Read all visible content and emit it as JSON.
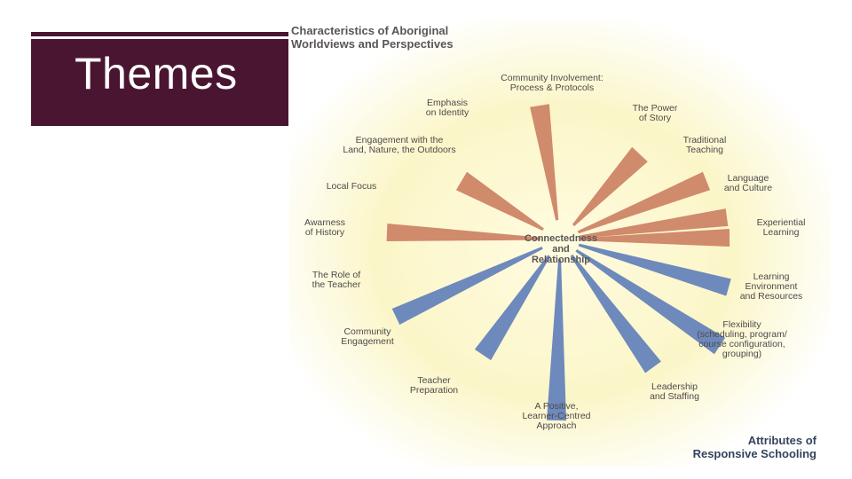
{
  "slide": {
    "title": "Themes"
  },
  "figure": {
    "heading_line1": "Characteristics of Aboriginal",
    "heading_line2": "Worldviews and Perspectives",
    "center_line1": "Connectedness",
    "center_line2": "and",
    "center_line3": "Relationship",
    "footer_line1": "Attributes of",
    "footer_line2": "Responsive Schooling",
    "colors": {
      "aboriginal_rays": "#d08a6c",
      "schooling_rays": "#6e89bb",
      "glow": "#fbf6c8"
    },
    "aboriginal_labels": [
      [
        "Community Involvement:",
        "Process & Protocols"
      ],
      [
        "The Power",
        "of Story"
      ],
      [
        "Traditional",
        "Teaching"
      ],
      [
        "Language",
        "and Culture"
      ],
      [
        "Experiential",
        "Learning"
      ],
      [
        "Emphasis",
        "on Identity"
      ],
      [
        "Engagement with the",
        "Land, Nature, the Outdoors"
      ],
      [
        "Local Focus"
      ],
      [
        "Awarness",
        "of History"
      ]
    ],
    "schooling_labels": [
      [
        "Learning",
        "Environment",
        "and Resources"
      ],
      [
        "Flexibility",
        "(scheduling, program/",
        "course configuration,",
        "grouping)"
      ],
      [
        "Leadership",
        "and Staffing"
      ],
      [
        "A Positive,",
        "Learner-Centred",
        "Approach"
      ],
      [
        "Teacher",
        "Preparation"
      ],
      [
        "Community",
        "Engagement"
      ],
      [
        "The Role of",
        "the Teacher"
      ]
    ]
  }
}
